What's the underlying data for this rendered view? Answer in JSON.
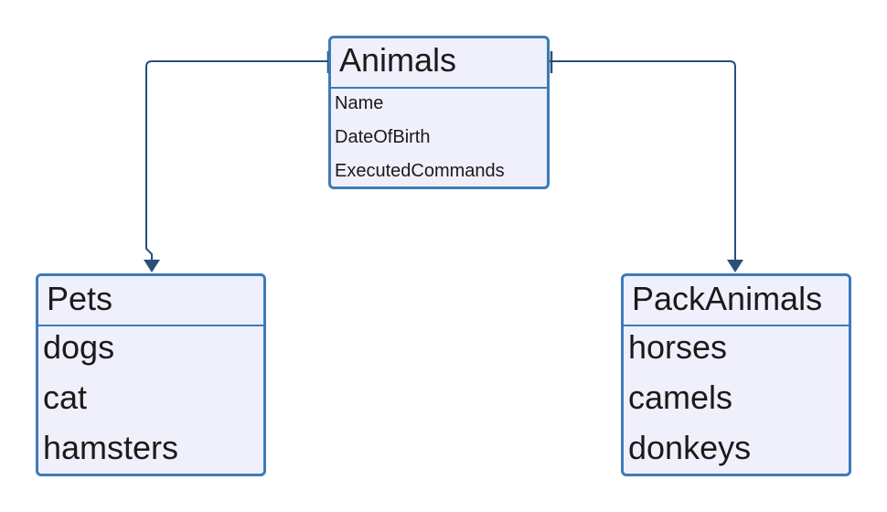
{
  "diagram": {
    "colors": {
      "border": "#3d7bb8",
      "fill": "#eff0fc",
      "connector": "#27507a"
    },
    "entities": {
      "animals": {
        "title": "Animals",
        "attributes": [
          "Name",
          "DateOfBirth",
          "ExecutedCommands"
        ]
      },
      "pets": {
        "title": "Pets",
        "attributes": [
          "dogs",
          "cat",
          "hamsters"
        ]
      },
      "pack_animals": {
        "title": "PackAnimals",
        "attributes": [
          "horses",
          "camels",
          "donkeys"
        ]
      }
    },
    "relationships": [
      {
        "from": "Animals",
        "to": "Pets"
      },
      {
        "from": "Animals",
        "to": "PackAnimals"
      }
    ]
  }
}
